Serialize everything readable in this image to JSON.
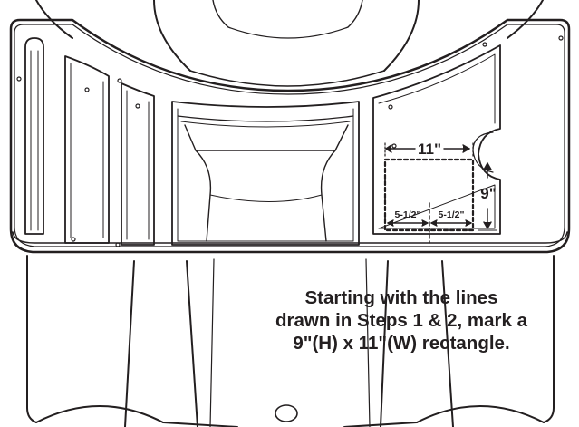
{
  "dimensions": {
    "width_label": "11\"",
    "height_label": "9\"",
    "half_left_label": "5-1/2\"",
    "half_right_label": "5-1/2\""
  },
  "caption": {
    "line1": "Starting with the lines",
    "line2": "drawn in Steps 1 & 2, mark a",
    "line3": "9\"(H) x 11\"(W) rectangle."
  },
  "colors": {
    "ink": "#231f20",
    "background": "#ffffff"
  }
}
